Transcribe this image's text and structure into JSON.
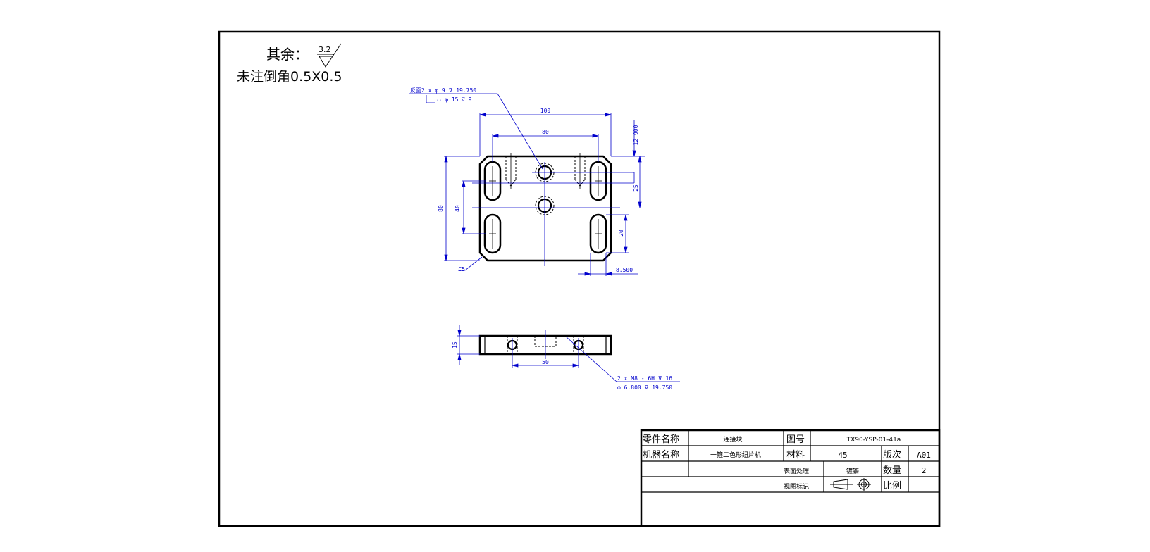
{
  "notes": {
    "roughness_prefix": "其余：",
    "roughness_value": "3.2",
    "chamfer_note": "未注倒角0.5X0.5"
  },
  "top_view": {
    "callout_line1": "反面2 x  φ 9  ⊽ 19.750",
    "callout_line2": "⌴ φ 15  ⊽ 9",
    "dim_overall_width": "100",
    "dim_slot_spacing": "80",
    "dim_height": "80",
    "dim_hole_spacing": "40",
    "dim_top_offset": "12.900",
    "dim_hole_offset": "25",
    "dim_slot_length": "20",
    "dim_slot_edge": "8.500",
    "dim_chamfer": "C5"
  },
  "front_view": {
    "dim_thickness": "15",
    "dim_hole_spacing": "50",
    "callout_line1": "2 x  M8 - 6H  ⊽ 16",
    "callout_line2": "φ 6.800  ⊽ 19.750"
  },
  "title_block": {
    "part_name_label": "零件名称",
    "part_name_value": "连接块",
    "drawing_no_label": "图号",
    "drawing_no_value": "TX90-YSP-01-41a",
    "machine_name_label": "机器名称",
    "machine_name_value": "一箍二色形纽片机",
    "material_label": "材料",
    "material_value": "45",
    "revision_label": "版次",
    "revision_value": "A01",
    "surface_label": "表面处理",
    "surface_value": "镀铬",
    "quantity_label": "数量",
    "quantity_value": "2",
    "view_mark_label": "视图标记",
    "scale_label": "比例",
    "scale_value": ""
  }
}
